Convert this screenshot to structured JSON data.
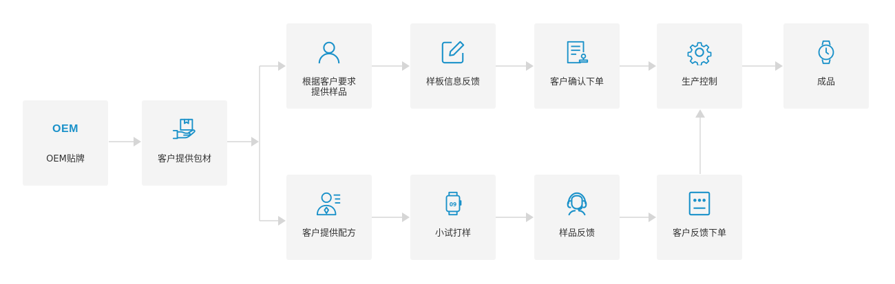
{
  "accent_color": "#1a91c9",
  "nodes": {
    "oem": {
      "icon_text": "OEM",
      "label": "OEM贴牌"
    },
    "packaging": {
      "icon": "hand-box-icon",
      "label": "客户提供包材"
    },
    "sample_req": {
      "icon": "person-icon",
      "label": "根据客户要求\n提供样品"
    },
    "sample_feedback": {
      "icon": "edit-icon",
      "label": "样板信息反馈"
    },
    "confirm_order": {
      "icon": "document-stamp-icon",
      "label": "客户确认下单"
    },
    "production": {
      "icon": "gear-icon",
      "label": "生产控制"
    },
    "product": {
      "icon": "watch-icon",
      "label": "成品"
    },
    "formula": {
      "icon": "person-list-icon",
      "label": "客户提供配方"
    },
    "trial": {
      "icon": "smartwatch-icon",
      "label": "小试打样",
      "icon_text": "09"
    },
    "sample_fb2": {
      "icon": "headset-icon",
      "label": "样品反馈"
    },
    "feedback_order": {
      "icon": "screen-icon",
      "label": "客户反馈下单"
    }
  }
}
